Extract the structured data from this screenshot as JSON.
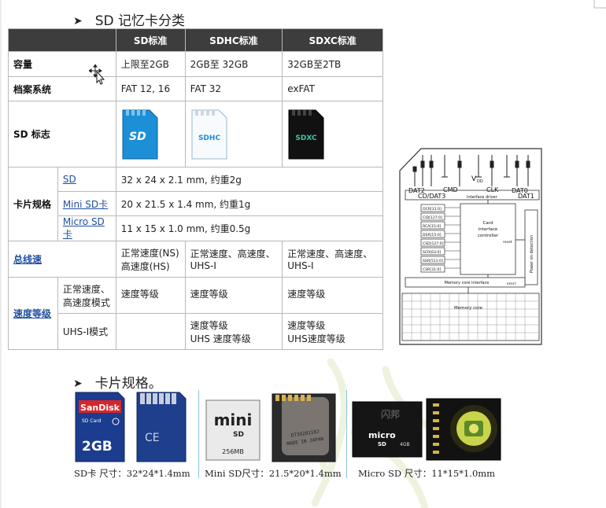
{
  "heading1": "SD 记忆卡分类",
  "heading2": "卡片规格。",
  "table": {
    "headers": [
      "SD标准",
      "SDHC标准",
      "SDXC标准"
    ],
    "capacity": {
      "label": "容量",
      "values": [
        "上限至2GB",
        "2GB至 32GB",
        "32GB至2TB"
      ]
    },
    "filesystem": {
      "label": "档案系统",
      "values": [
        "FAT 12, 16",
        "FAT 32",
        "exFAT"
      ]
    },
    "logo": {
      "label": "SD 标志",
      "logos": [
        "SD",
        "SDHC",
        "SDXC"
      ]
    },
    "card_spec": {
      "label": "卡片规格",
      "rows": [
        {
          "name": "SD",
          "value": "32 x 24 x 2.1 mm, 约重2g"
        },
        {
          "name": "Mini SD卡",
          "value": "20 x 21.5 x 1.4 mm, 约重1g"
        },
        {
          "name": "Micro SD卡",
          "value": "11 x 15 x 1.0 mm, 约重0.5g"
        }
      ]
    },
    "bus_speed": {
      "label": "总线速",
      "values": [
        [
          "正常速度(NS)",
          "高速度(HS)"
        ],
        [
          "正常速度、高速度、",
          "UHS-I"
        ],
        [
          "正常速度、高速度、",
          "UHS-I"
        ]
      ]
    },
    "speed_class": {
      "label": "速度等级",
      "rows": [
        {
          "name": [
            "正常速度、",
            "高速度模式"
          ],
          "values": [
            [
              "速度等级"
            ],
            [
              "速度等级"
            ],
            [
              "速度等级"
            ]
          ]
        },
        {
          "name": [
            "UHS-I模式"
          ],
          "values": [
            [],
            [
              "速度等级",
              "UHS 速度等级"
            ],
            [
              "速度等级",
              "UHS速度等级"
            ]
          ]
        }
      ]
    }
  },
  "diagram": {
    "pin_labels": {
      "dat2": "DAT2",
      "cd_dat3": "CD/DAT3",
      "cmd": "CMD",
      "vdd": "V",
      "vdd_sub": "DD",
      "clk": "CLK",
      "dat0": "DAT0",
      "dat1": "DAT1"
    },
    "interface_driver": "Interface driver",
    "registers": [
      "OCR[31:0]",
      "CID[127:0]",
      "RCA[15:0]",
      "DSR[15:0]",
      "CSD[127:0]",
      "SCR[63:0]",
      "SSR[511:0]",
      "CSR[31:0]"
    ],
    "controller": [
      "Card",
      "interface",
      "controller"
    ],
    "reset": "reset",
    "power_on": "Power on detection",
    "memory_interface": "Memory core interface",
    "reset2": "RESET",
    "memory_core": "Memory core"
  },
  "cards": {
    "sd": {
      "brand": "SanDisk",
      "type": "SD Card",
      "capacity": "2GB",
      "ce": "CE",
      "caption": "SD卡 尺寸：32*24*1.4mm"
    },
    "mini": {
      "logo_top": "mini",
      "logo_bottom": "SD",
      "capacity": "256MB",
      "back_code": "D73X28118J",
      "back_origin": "MADE IN JAPAN",
      "caption": "Mini SD尺寸：21.5*20*1.4mm"
    },
    "micro": {
      "brand": "闪邦",
      "logo_top": "micro",
      "logo_bottom": "SD",
      "capacity": "4GB",
      "caption": "Micro SD 尺寸：11*15*1.0mm"
    }
  }
}
